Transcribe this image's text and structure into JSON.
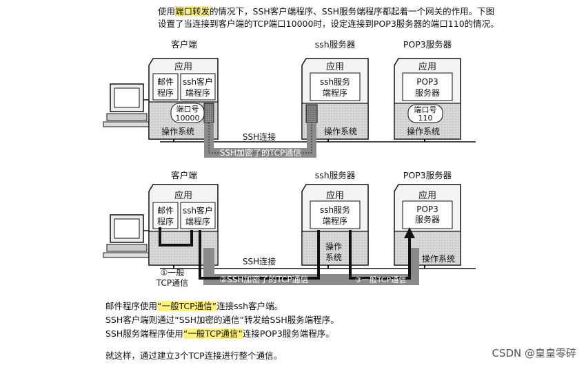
{
  "intro": {
    "line1_pre": "使用",
    "line1_hl": "端口转发",
    "line1_post": "的情况下，SSH客户端程序、SSH服务端程序都起着一个网关的作用。下图",
    "line2": "设置了当连接到客户端的TCP端口10000时，设定连接到POP3服务器的端口110的情况。"
  },
  "top": {
    "client_title": "客户端",
    "ssh_title": "ssh服务器",
    "pop_title": "POP3服务器",
    "app": "应用",
    "mail_l1": "邮件",
    "mail_l2": "程序",
    "sshc_l1": "ssh客户",
    "sshc_l2": "端程序",
    "port_l1": "端口号",
    "port_l2": "10000",
    "os": "操作系统",
    "sshs_l1": "ssh服务",
    "sshs_l2": "端程序",
    "pop_l1": "POP3",
    "pop_l2": "服务器",
    "port110_l1": "端口号",
    "port110_l2": "110",
    "ssh_conn": "SSH连接",
    "ssh_tunnel": "SSH加密了的TCP通信"
  },
  "bottom": {
    "client_title": "客户端",
    "ssh_title": "ssh服务器",
    "pop_title": "POP3服务器",
    "app": "应用",
    "mail_l1": "邮件",
    "mail_l2": "程序",
    "sshc_l1": "ssh客户",
    "sshc_l2": "端程序",
    "os": "操作系统",
    "os_l1": "操作",
    "os_l2": "系统",
    "sshs_l1": "ssh服务",
    "sshs_l2": "端程序",
    "pop_l1": "POP3",
    "pop_l2": "服务器",
    "step1_l1": "①一般",
    "step1_l2": "TCP通信",
    "ssh_conn": "SSH连接",
    "step2": "②SSH加密了的TCP通信",
    "step3": "③一般TCP通信"
  },
  "explain": {
    "l1_pre": "邮件程序使用",
    "l1_hl": "“一般TCP通信”",
    "l1_post": "连接ssh客户端。",
    "l2": "SSH客户端则通过“SSH加密的通信”转发给SSH服务端程序。",
    "l3_pre": "SSH服务端程序使用",
    "l3_hl": "“一般TCP通信”",
    "l3_post": "连接POP3服务端程序。",
    "l4": "就这样，通过建立3个TCP连接进行整个通信。"
  },
  "watermark": "CSDN @皇皇零碎",
  "colors": {
    "highlight": "#fff27a",
    "os_fill": "#d7d7d7",
    "tunnel": "#8a8a8a",
    "pipe": "#111111"
  }
}
